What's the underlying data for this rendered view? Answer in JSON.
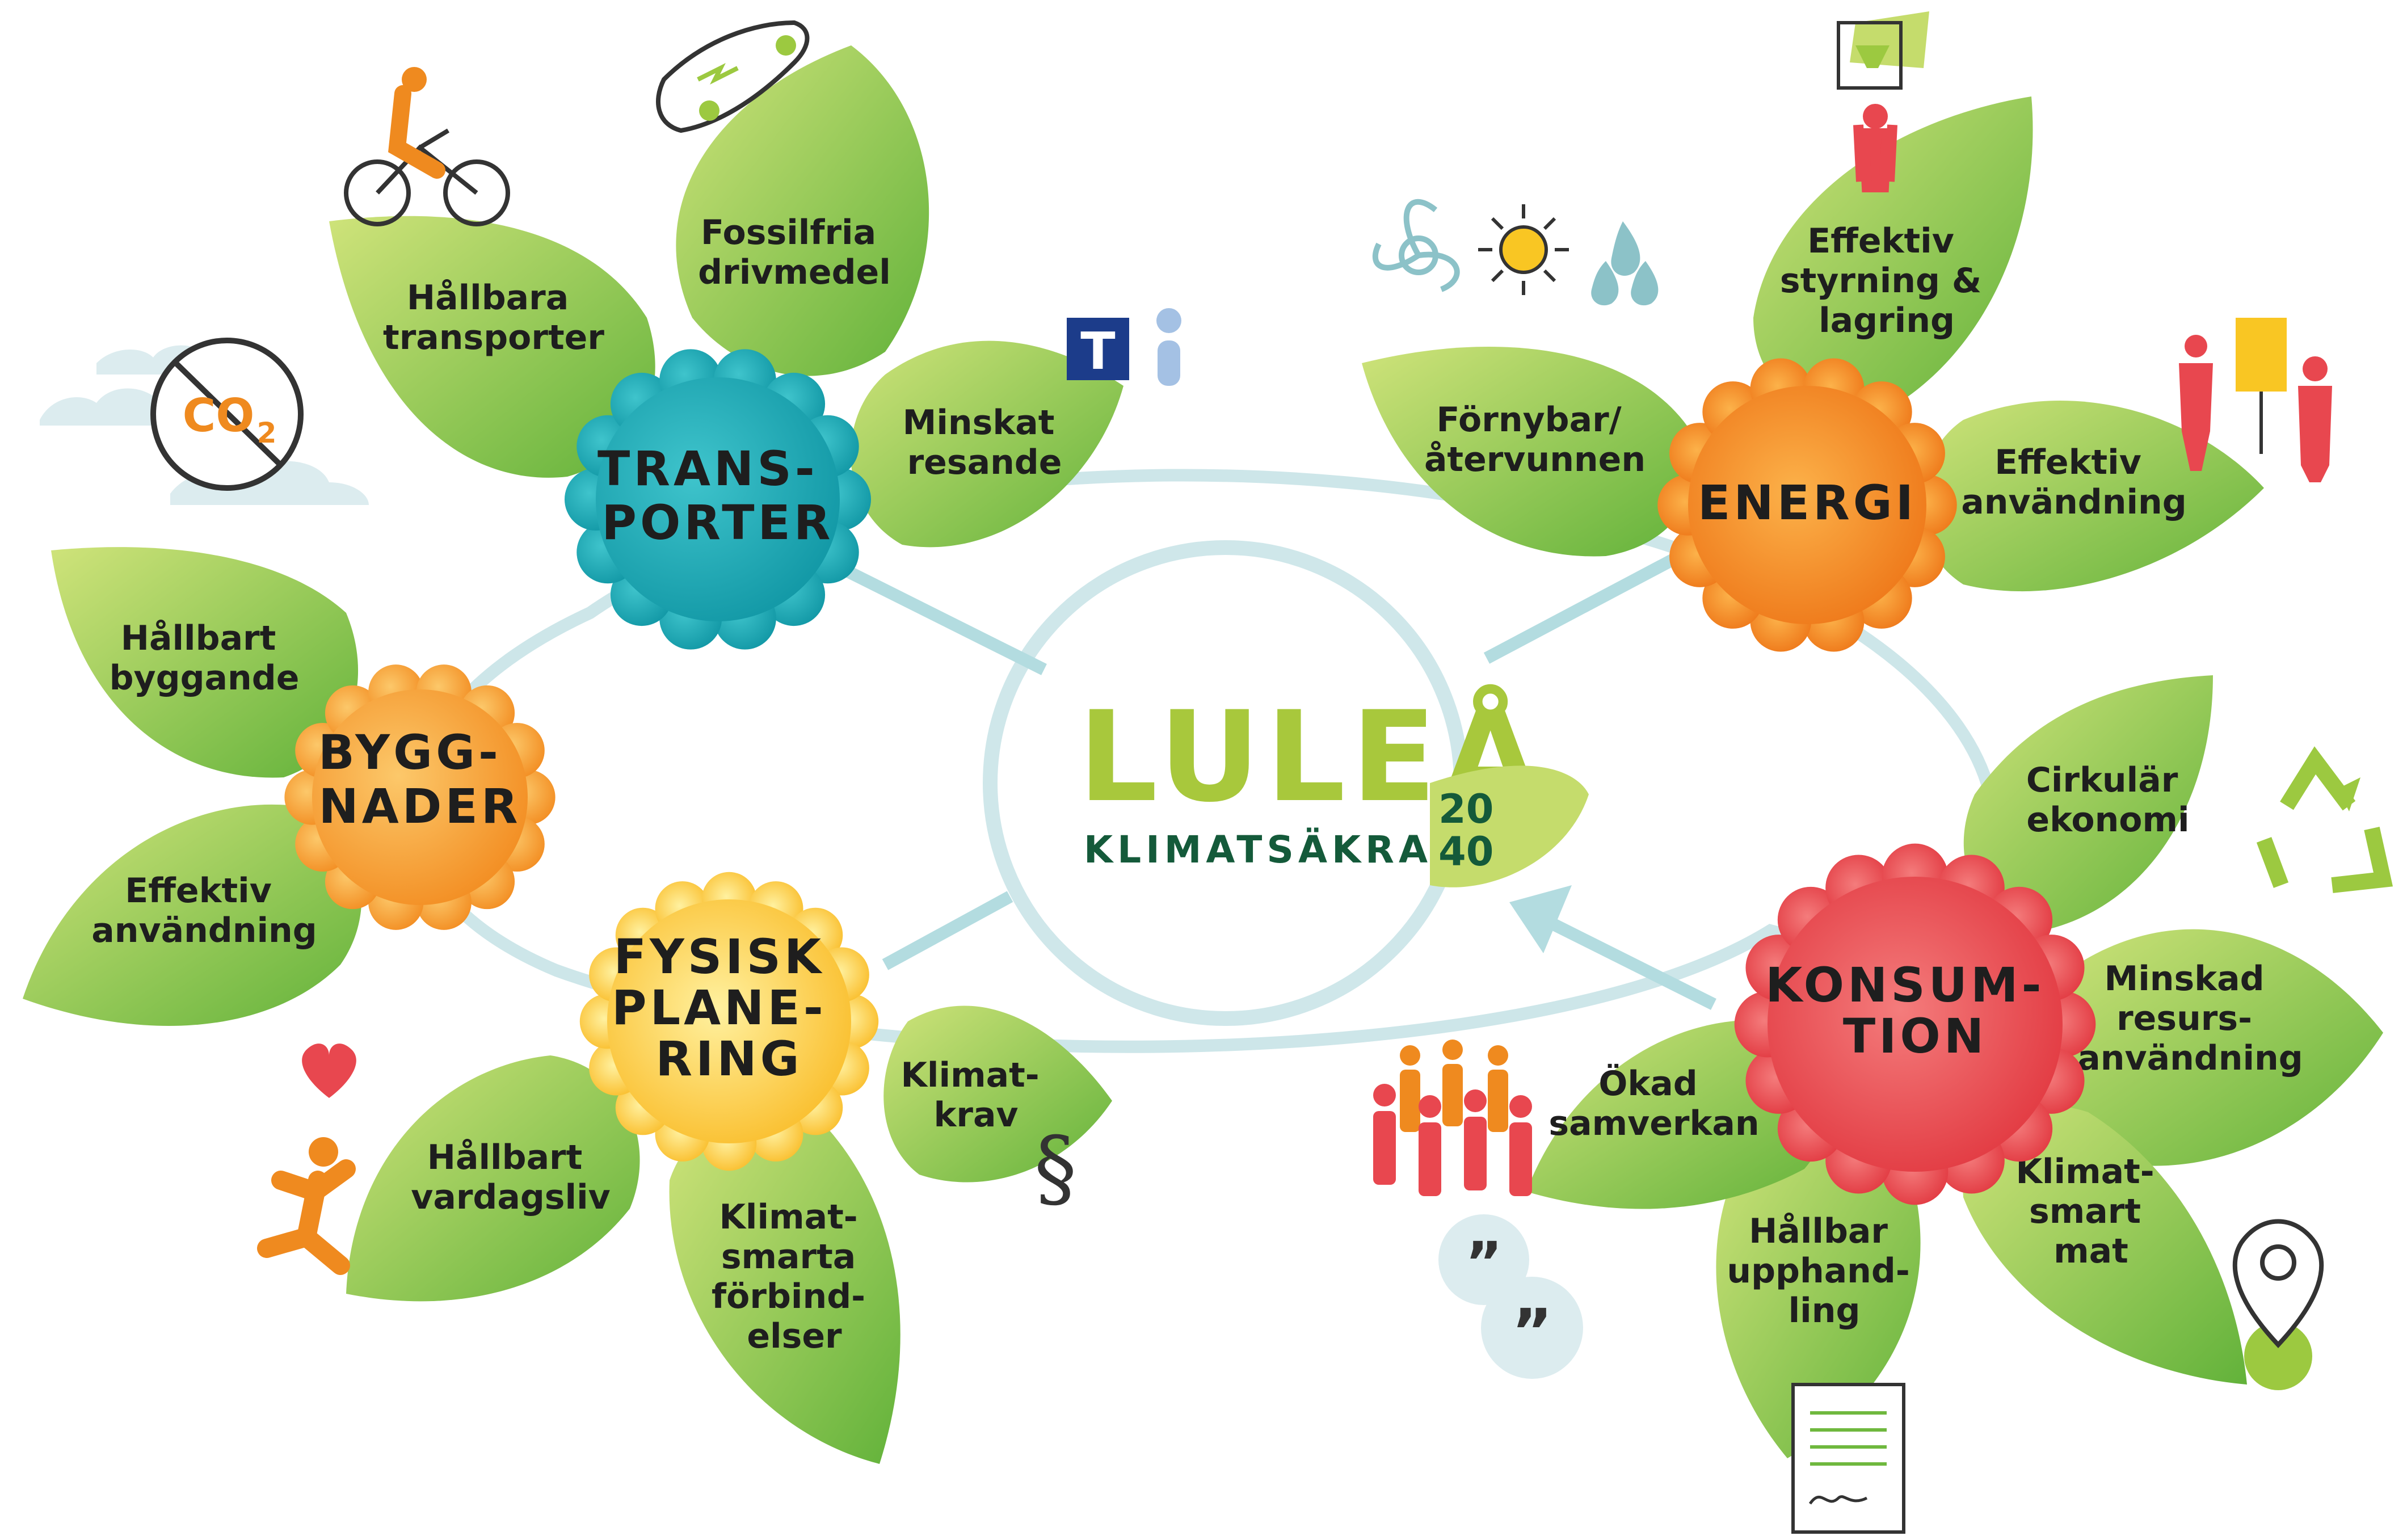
{
  "logo": {
    "wordmark": "LULEÅ",
    "tagline": "KLIMATSÄKRAR",
    "year_top": "20",
    "year_bottom": "40"
  },
  "co2_label": "CO",
  "co2_sub": "2",
  "colors": {
    "leaf_light": "#c5dc6c",
    "leaf_dark": "#6fb83e",
    "ring": "#cfe7ea",
    "arrow": "#b3dce0",
    "brand_green": "#a8c83c",
    "brand_dark": "#145a3a",
    "transporter": "#17a7b2",
    "byggnader": "#f39a2c",
    "fysisk": "#fcc62b",
    "energi": "#f18a1f",
    "konsumtion": "#e63c43",
    "people_red": "#e8474f",
    "people_orange": "#ef8a1f"
  },
  "flowers": {
    "transporter": {
      "lines": [
        "TRANS-",
        "PORTER"
      ],
      "leaves": [
        {
          "lines": [
            "Hållbara",
            "transporter"
          ]
        },
        {
          "lines": [
            "Fossilfria",
            "drivmedel"
          ]
        },
        {
          "lines": [
            "Minskat",
            "resande"
          ]
        }
      ]
    },
    "byggnader": {
      "lines": [
        "BYGG-",
        "NADER"
      ],
      "leaves": [
        {
          "lines": [
            "Hållbart",
            "byggande"
          ]
        },
        {
          "lines": [
            "Effektiv",
            "användning"
          ]
        }
      ]
    },
    "fysisk": {
      "lines": [
        "FYSISK",
        "PLANE-",
        "RING"
      ],
      "leaves": [
        {
          "lines": [
            "Hållbart",
            "vardagsliv"
          ]
        },
        {
          "lines": [
            "Klimat-",
            "smarta",
            "förbind-",
            "elser"
          ]
        },
        {
          "lines": [
            "Klimat-",
            "krav"
          ]
        }
      ]
    },
    "energi": {
      "lines": [
        "ENERGI"
      ],
      "leaves": [
        {
          "lines": [
            "Förnybar/",
            "återvunnen"
          ]
        },
        {
          "lines": [
            "Effektiv",
            "styrning &",
            "lagring"
          ]
        },
        {
          "lines": [
            "Effektiv",
            "användning"
          ]
        }
      ]
    },
    "konsumtion": {
      "lines": [
        "KONSUM-",
        "TION"
      ],
      "leaves": [
        {
          "lines": [
            "Cirkulär",
            "ekonomi"
          ]
        },
        {
          "lines": [
            "Minskad",
            "resurs-",
            "användning"
          ]
        },
        {
          "lines": [
            "Klimat-",
            "smart",
            "mat"
          ]
        },
        {
          "lines": [
            "Hållbar",
            "upphand-",
            "ling"
          ]
        },
        {
          "lines": [
            "Ökad",
            "samverkan"
          ]
        }
      ]
    }
  },
  "icons": [
    "cyclist-icon",
    "electric-car-icon",
    "transit-icon",
    "no-co2-icon",
    "wind-icon",
    "sun-icon",
    "water-drops-icon",
    "person-holding-sign-icon",
    "presentation-icon",
    "recycle-icon",
    "location-pin-icon",
    "document-icon",
    "people-group-icon",
    "quote-bubbles-icon",
    "heart-icon",
    "runner-icon",
    "paragraph-icon"
  ]
}
